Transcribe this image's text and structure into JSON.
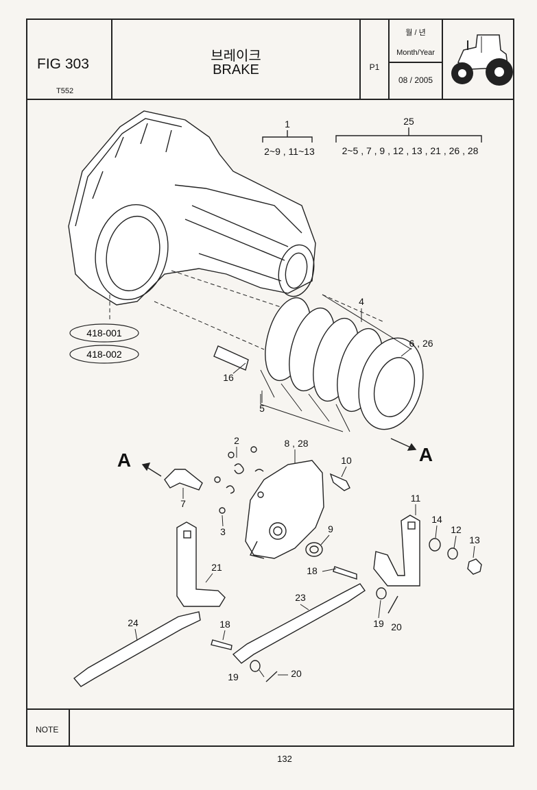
{
  "header": {
    "fig_number": "FIG 303",
    "model": "T552",
    "title_korean": "브레이크",
    "title_english": "BRAKE",
    "page_code": "P1",
    "date_label_korean": "월 / 년",
    "date_label": "Month/Year",
    "date_value": "08 / 2005"
  },
  "diagram": {
    "group_1": {
      "number": "1",
      "range": "2~9 , 11~13"
    },
    "group_25": {
      "number": "25",
      "range": "2~5 , 7 , 9 , 12 , 13 , 21 , 26 , 28"
    },
    "refs": [
      "418-001",
      "418-002"
    ],
    "callouts": {
      "c2": "2",
      "c3": "3",
      "c4": "4",
      "c5": "5",
      "c6_26": "6 , 26",
      "c7": "7",
      "c8_28": "8 , 28",
      "c9": "9",
      "c10": "10",
      "c11": "11",
      "c12": "12",
      "c13": "13",
      "c14": "14",
      "c16": "16",
      "c18a": "18",
      "c18b": "18",
      "c19a": "19",
      "c19b": "19",
      "c20a": "20",
      "c20b": "20",
      "c21": "21",
      "c23": "23",
      "c24": "24"
    },
    "arrow_a_left": "A",
    "arrow_a_right": "A"
  },
  "note": {
    "label": "NOTE"
  },
  "page_number": "132"
}
